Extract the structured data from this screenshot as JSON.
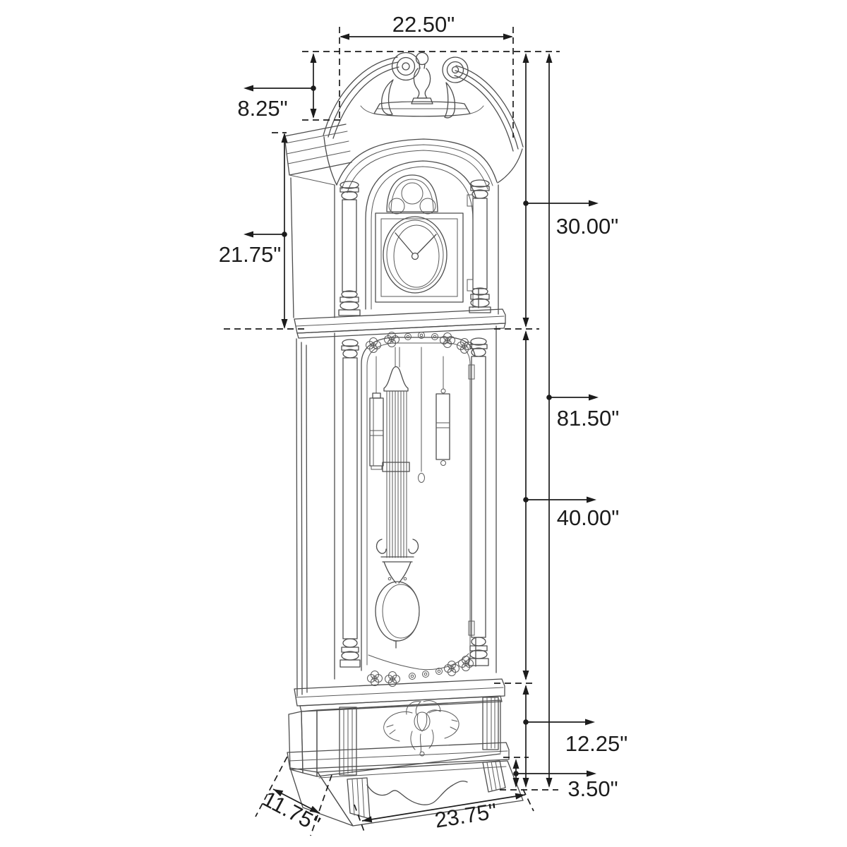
{
  "figure": {
    "type": "technical-dimension-diagram",
    "subject": "Grandfather clock line drawing, three-quarter front view",
    "units": "inches"
  },
  "dimensions": {
    "pediment_width": "22.50\"",
    "crown_height": "8.25\"",
    "hood_height": "21.75\"",
    "upper_section_height": "30.00\"",
    "overall_height": "81.50\"",
    "waist_height": "40.00\"",
    "base_height": "12.25\"",
    "plinth_height": "3.50\"",
    "base_width": "23.75\"",
    "base_depth": "11.75\""
  }
}
